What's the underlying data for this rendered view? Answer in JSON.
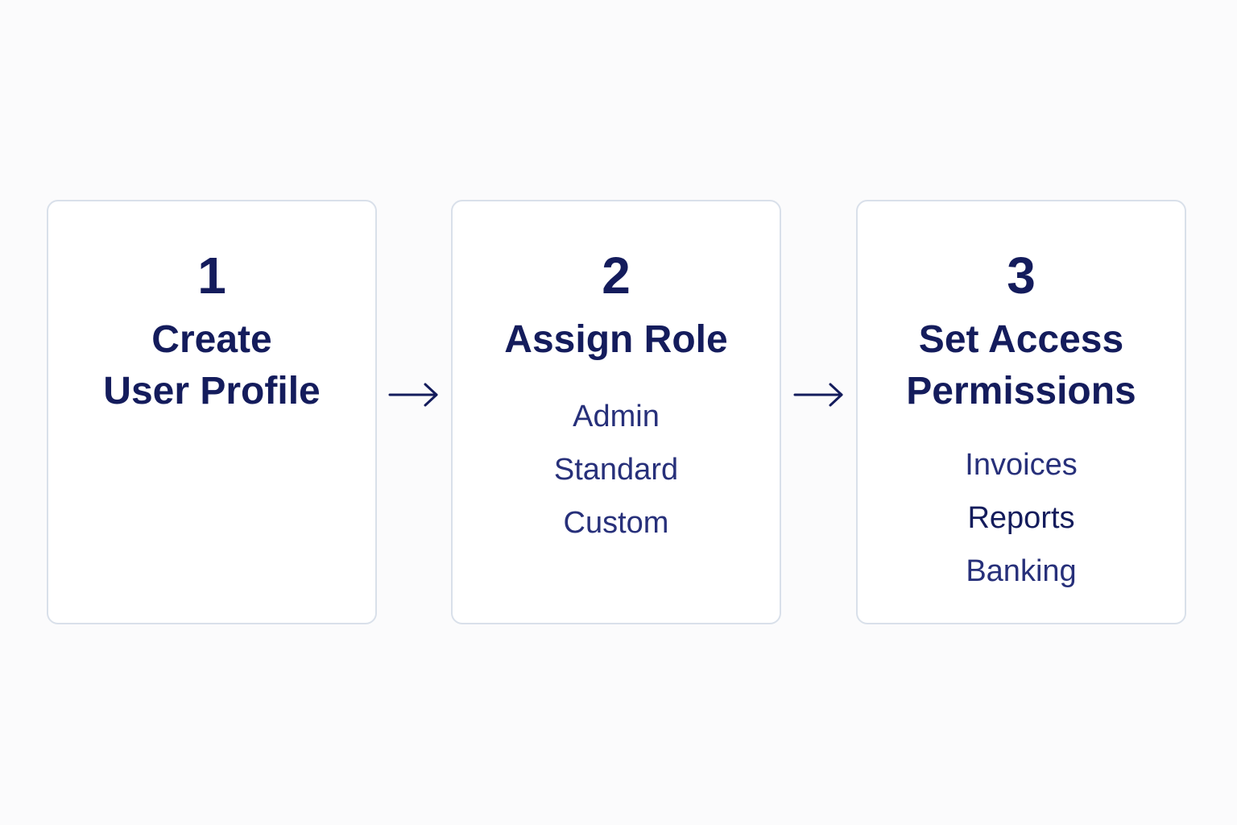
{
  "steps": [
    {
      "number": "1",
      "title": "Create\nUser Profile",
      "options": []
    },
    {
      "number": "2",
      "title": "Assign Role",
      "options": [
        "Admin",
        "Standard",
        "Custom"
      ]
    },
    {
      "number": "3",
      "title": "Set Access\nPermissions",
      "options": [
        "Invoices",
        "Reports",
        "Banking"
      ]
    }
  ],
  "connectors": [
    "arrow-right-icon",
    "arrow-right-icon"
  ],
  "colors": {
    "text_primary": "#141c5c",
    "text_secondary": "#27307a",
    "card_border": "#d9e0ea",
    "background": "#fbfbfc"
  }
}
